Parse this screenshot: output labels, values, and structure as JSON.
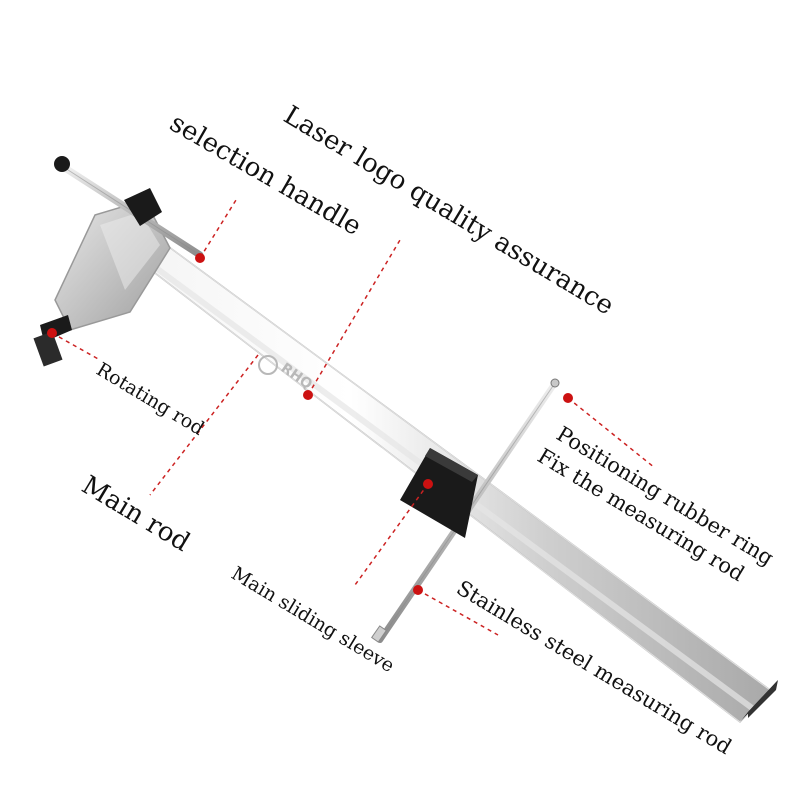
{
  "labels": {
    "selection_handle": "selection handle",
    "laser_logo": "Laser logo quality assurance",
    "rotating_rod": "Rotating rod",
    "main_rod": "Main rod",
    "positioning_ring": "Positioning rubber ring",
    "fix_rod": "Fix the measuring rod",
    "main_sleeve": "Main sliding sleeve",
    "measuring_rod": "Stainless steel measuring rod"
  },
  "logo": {
    "text": "RHQ"
  },
  "colors": {
    "marker": "#cc1111",
    "leader": "#cc2222",
    "steel": "#d9d9d9",
    "black": "#1a1a1a"
  }
}
